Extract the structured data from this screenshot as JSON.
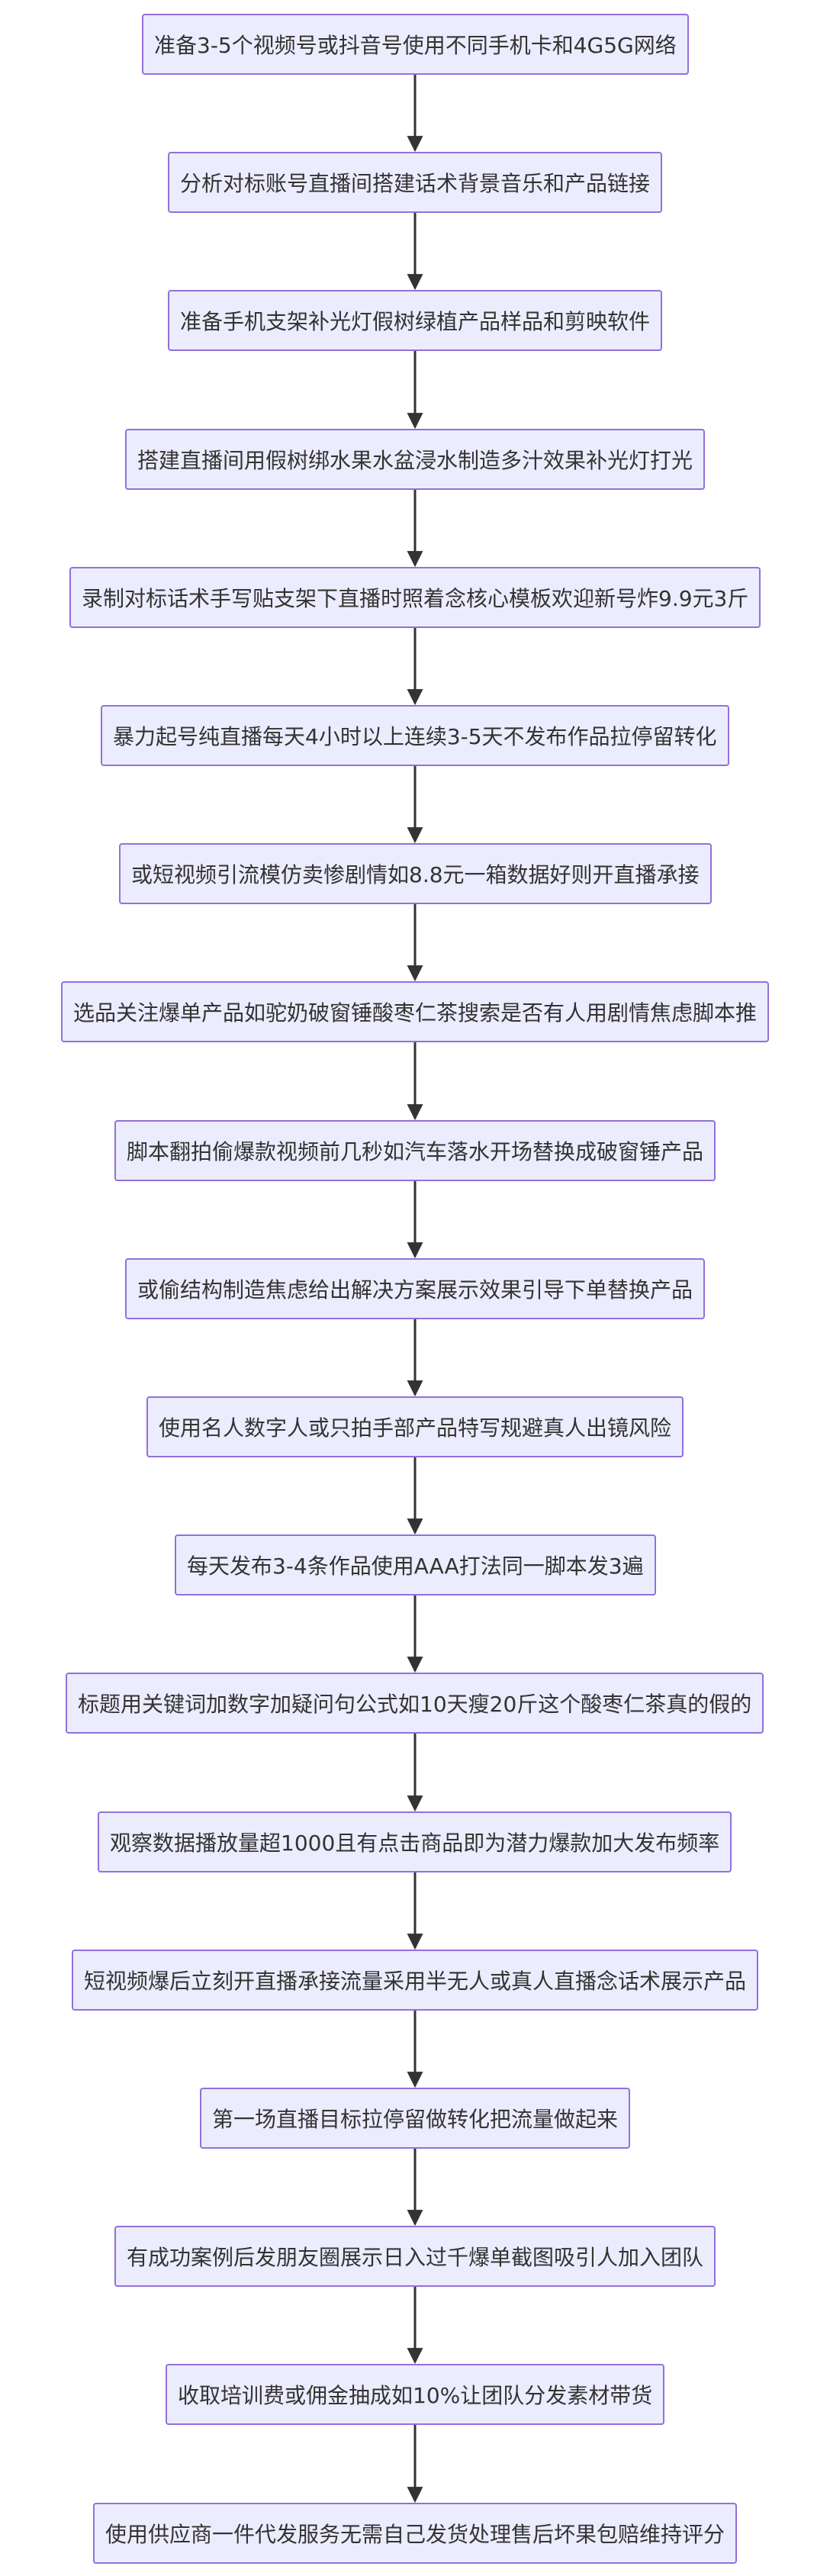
{
  "steps": [
    "准备3-5个视频号或抖音号使用不同手机卡和4G5G网络",
    "分析对标账号直播间搭建话术背景音乐和产品链接",
    "准备手机支架补光灯假树绿植产品样品和剪映软件",
    "搭建直播间用假树绑水果水盆浸水制造多汁效果补光灯打光",
    "录制对标话术手写贴支架下直播时照着念核心模板欢迎新号炸9.9元3斤",
    "暴力起号纯直播每天4小时以上连续3-5天不发布作品拉停留转化",
    "或短视频引流模仿卖惨剧情如8.8元一箱数据好则开直播承接",
    "选品关注爆单产品如驼奶破窗锤酸枣仁茶搜索是否有人用剧情焦虑脚本推",
    "脚本翻拍偷爆款视频前几秒如汽车落水开场替换成破窗锤产品",
    "或偷结构制造焦虑给出解决方案展示效果引导下单替换产品",
    "使用名人数字人或只拍手部产品特写规避真人出镜风险",
    "每天发布3-4条作品使用AAA打法同一脚本发3遍",
    "标题用关键词加数字加疑问句公式如10天瘦20斤这个酸枣仁茶真的假的",
    "观察数据播放量超1000且有点击商品即为潜力爆款加大发布频率",
    "短视频爆后立刻开直播承接流量采用半无人或真人直播念话术展示产品",
    "第一场直播目标拉停留做转化把流量做起来",
    "有成功案例后发朋友圈展示日入过千爆单截图吸引人加入团队",
    "收取培训费或佣金抽成如10%让团队分发素材带货",
    "使用供应商一件代发服务无需自己发货处理售后坏果包赔维持评分"
  ],
  "colors": {
    "node_fill": "#ececff",
    "node_stroke": "#9370db",
    "text": "#333333",
    "edge": "#333333"
  }
}
